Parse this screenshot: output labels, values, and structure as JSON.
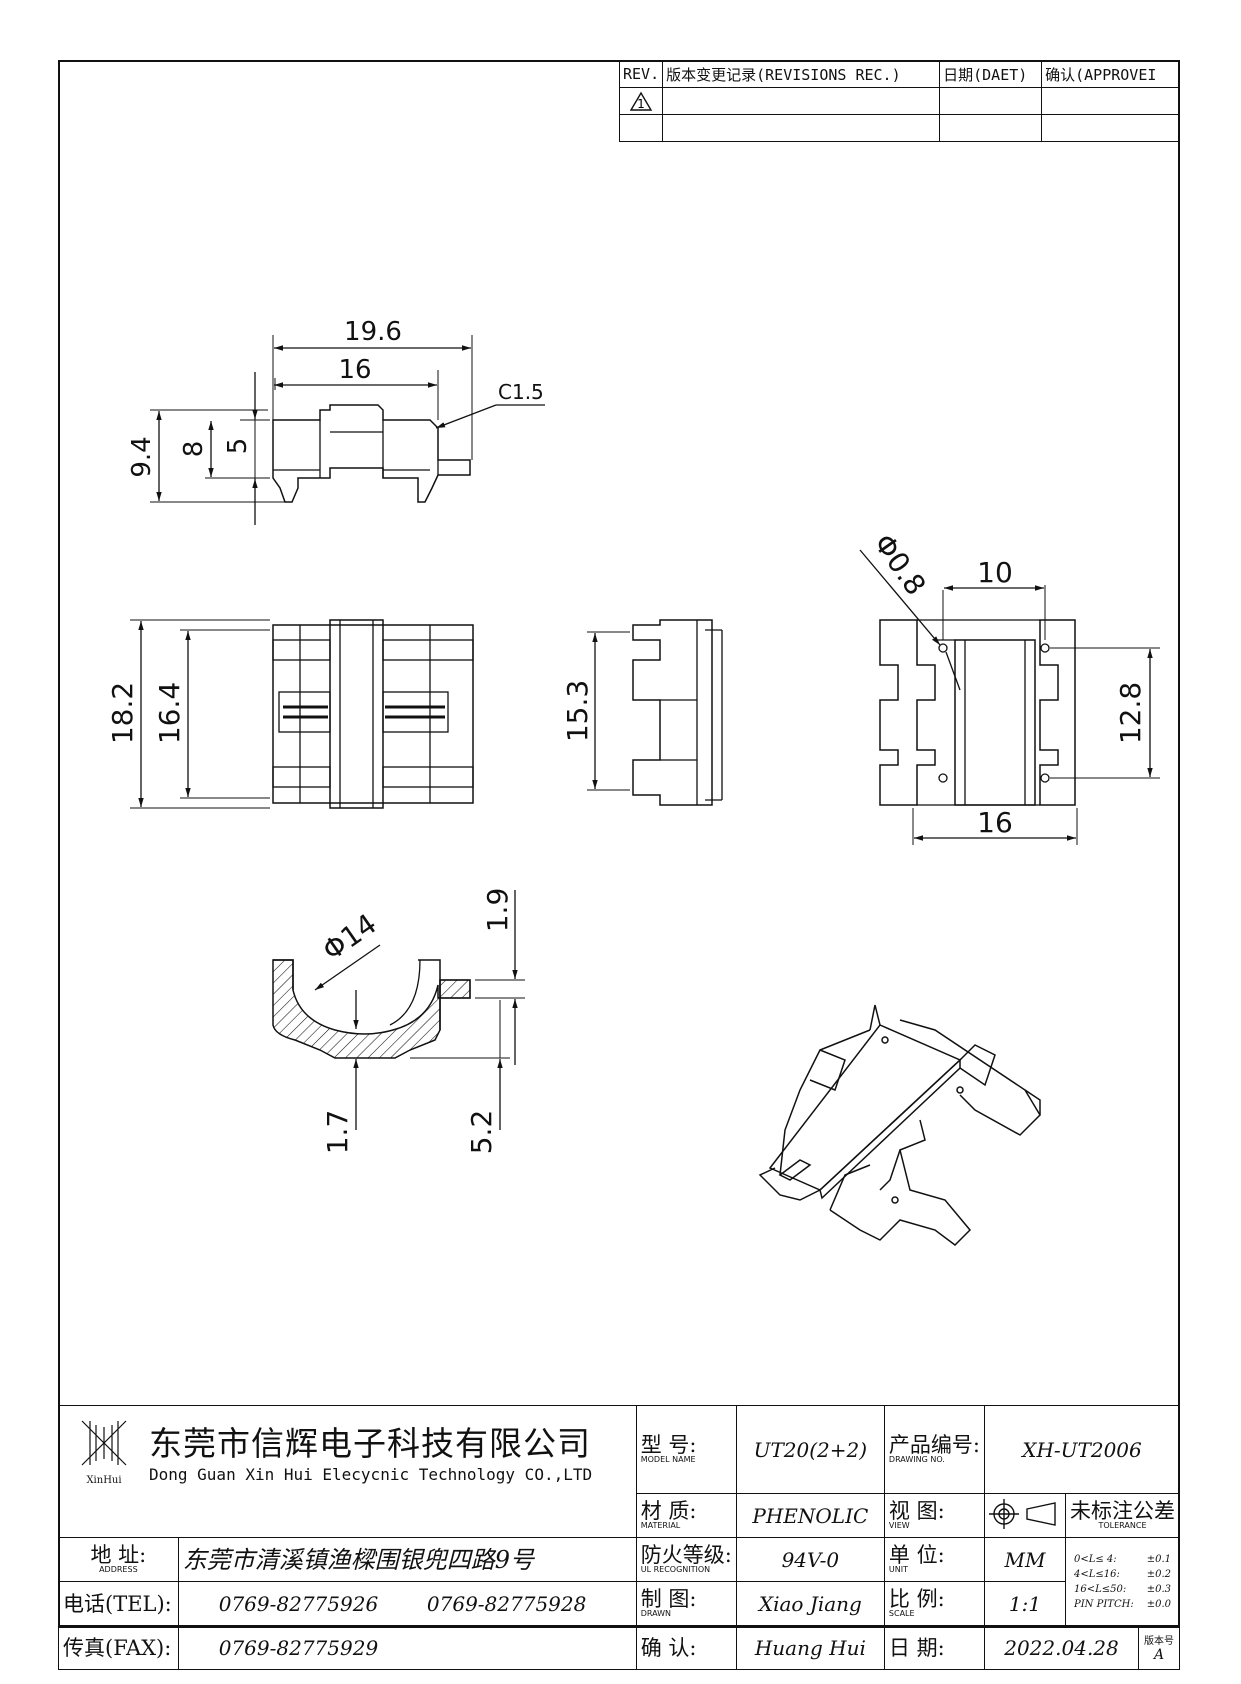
{
  "revision_table": {
    "headers": [
      "REV.",
      "版本变更记录(REVISIONS REC.)",
      "日期(DAET)",
      "确认(APPROVEI"
    ],
    "rows": [
      [
        "1",
        "",
        "",
        ""
      ],
      [
        "",
        "",
        "",
        ""
      ]
    ]
  },
  "dimensions": {
    "side_width": "19.6",
    "side_inner": "16",
    "chamfer": "C1.5",
    "side_h_total": "9.4",
    "side_h_mid": "8",
    "side_h_top": "5",
    "front_h_outer": "18.2",
    "front_h_inner": "16.4",
    "mid_h": "15.3",
    "pin_dia": "Φ0.8",
    "pin_span": "10",
    "pin_pitch": "12.8",
    "base_width": "16",
    "section_dia": "Φ14",
    "section_top": "1.9",
    "section_bottom": "1.7",
    "section_height": "5.2"
  },
  "title_block": {
    "company_cn": "东莞市信辉电子科技有限公司",
    "company_en": "Dong Guan Xin Hui Elecycnic Technology CO.,LTD",
    "logo_text": "XinHui",
    "address_label": "地 址:",
    "address_label_en": "ADDRESS",
    "address": "东莞市清溪镇渔樑围银兜四路9号",
    "tel_label": "电话(TEL):",
    "tel1": "0769-82775926",
    "tel2": "0769-82775928",
    "fax_label": "传真(FAX):",
    "fax": "0769-82775929",
    "model_label": "型 号:",
    "model_label_en": "MODEL NAME",
    "model": "UT20(2+2)",
    "material_label": "材 质:",
    "material_label_en": "MATERIAL",
    "material": "PHENOLIC",
    "ul_label": "防火等级:",
    "ul_label_en": "UL RECOGNITION",
    "ul": "94V-0",
    "drawn_label": "制 图:",
    "drawn_label_en": "DRAWN",
    "drawn": "Xiao  Jiang",
    "confirm_label": "确 认:",
    "confirm": "Huang Hui",
    "drawing_no_label": "产品编号:",
    "drawing_no_label_en": "DRAWING NO.",
    "drawing_no": "XH-UT2006",
    "view_label": "视 图:",
    "view_label_en": "VIEW",
    "unit_label": "单 位:",
    "unit_label_en": "UNIT",
    "unit": "MM",
    "scale_label": "比 例:",
    "scale_label_en": "SCALE",
    "scale": "1:1",
    "date_label": "日 期:",
    "date": "2022.04.28",
    "version_label": "版本号",
    "version": "A",
    "tolerance_label": "未标注公差",
    "tolerance_label_en": "TOLERANCE",
    "tolerances": [
      [
        "0<L≤ 4:",
        "±0.1"
      ],
      [
        "4<L≤16:",
        "±0.2"
      ],
      [
        "16<L≤50:",
        "±0.3"
      ],
      [
        "PIN PITCH:",
        "±0.0"
      ]
    ]
  }
}
